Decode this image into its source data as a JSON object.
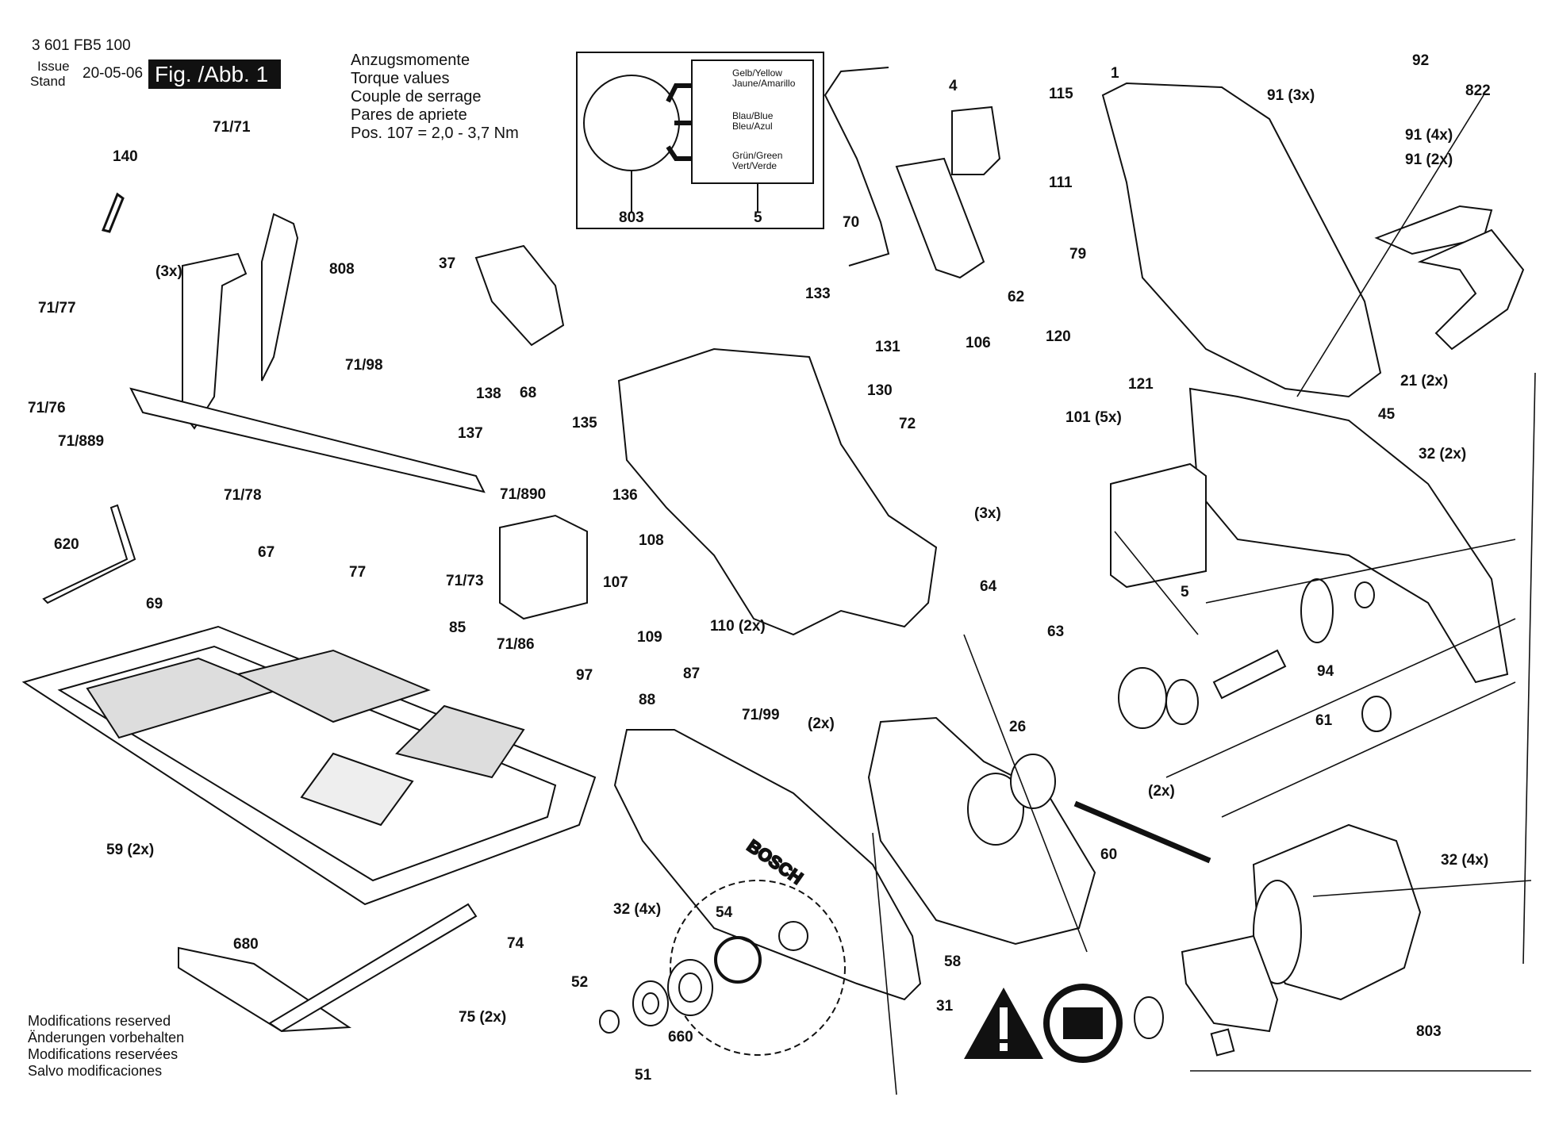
{
  "header": {
    "part_number": "3 601 FB5 100",
    "issue_label": "Issue",
    "stand_label": "Stand",
    "issue_date": "20-05-06",
    "figure_label": "Fig. /Abb. 1"
  },
  "torque": {
    "lines": [
      "Anzugsmomente",
      "Torque values",
      "Couple de serrage",
      "Pares de apriete",
      "Pos. 107 =  2,0 - 3,7 Nm"
    ]
  },
  "wiring": {
    "wire_colors": [
      "Gelb/Yellow",
      "Jaune/Amarillo",
      "Blau/Blue",
      "Bleu/Azul",
      "Grün/Green",
      "Vert/Verde"
    ],
    "left_ref": "803",
    "right_ref": "5"
  },
  "modifications": {
    "lines": [
      "Modifications reserved",
      "Änderungen vorbehalten",
      "Modifications reservées",
      "Salvo modificaciones"
    ]
  },
  "brand": "BOSCH",
  "part_labels": [
    "1",
    "4",
    "115",
    "92",
    "111",
    "91 (3x)",
    "822",
    "91 (4x)",
    "91 (2x)",
    "70",
    "79",
    "62",
    "120",
    "121",
    "21 (2x)",
    "45",
    "32 (2x)",
    "133",
    "131",
    "130",
    "106",
    "101 (5x)",
    "72",
    "(3x)",
    "5",
    "140",
    "71/71",
    "(3x)",
    "808",
    "37",
    "71/77",
    "71/76",
    "71/889",
    "71/98",
    "138",
    "68",
    "137",
    "135",
    "136",
    "71/78",
    "71/890",
    "67",
    "77",
    "71/73",
    "620",
    "108",
    "107",
    "109",
    "110 (2x)",
    "64",
    "63",
    "71/86",
    "69",
    "85",
    "97",
    "87",
    "88",
    "71/99",
    "(2x)",
    "26",
    "(2x)",
    "94",
    "61",
    "60",
    "59 (2x)",
    "32 (4x)",
    "54",
    "32 (4x)",
    "58",
    "680",
    "74",
    "75 (2x)",
    "52",
    "51",
    "660",
    "31",
    "803"
  ]
}
